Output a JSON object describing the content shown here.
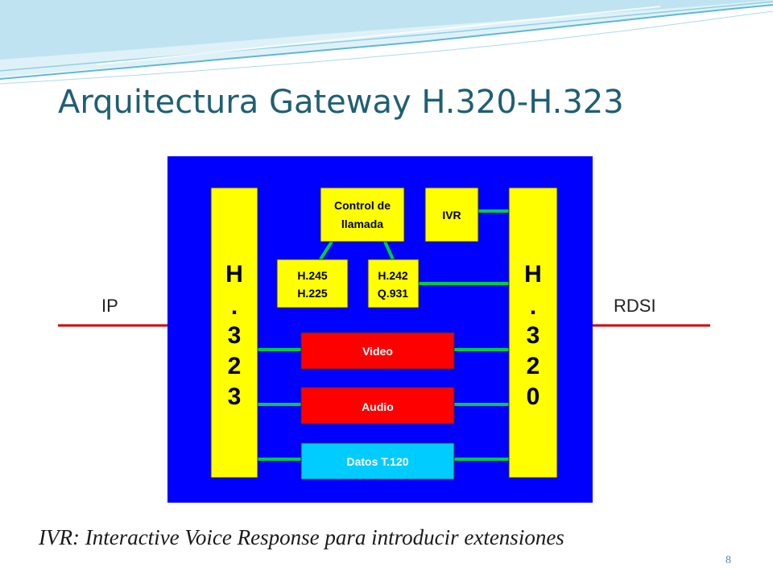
{
  "title": "Arquitectura Gateway H.320-H.323",
  "diagram": {
    "left_stack": [
      "H",
      ".",
      "3",
      "2",
      "3"
    ],
    "right_stack": [
      "H",
      ".",
      "3",
      "2",
      "0"
    ],
    "control": [
      "Control de",
      "llamada"
    ],
    "ivr": "IVR",
    "h245": [
      "H.245",
      "H.225"
    ],
    "h242": [
      "H.242",
      "Q.931"
    ],
    "video": "Video",
    "audio": "Audio",
    "datos": "Datos T.120",
    "ip_label": "IP",
    "rdsi_label": "RDSI"
  },
  "footnote": "IVR: Interactive Voice Response para introducir extensiones",
  "page_number": "8",
  "colors": {
    "title": "#1f5f73",
    "panel": "#0000ff",
    "yellow": "#ffff00",
    "red": "#ff0000",
    "cyan": "#00ccff",
    "link": "#00cc44",
    "network": "#d00000",
    "wave": "#5bb8d6"
  }
}
